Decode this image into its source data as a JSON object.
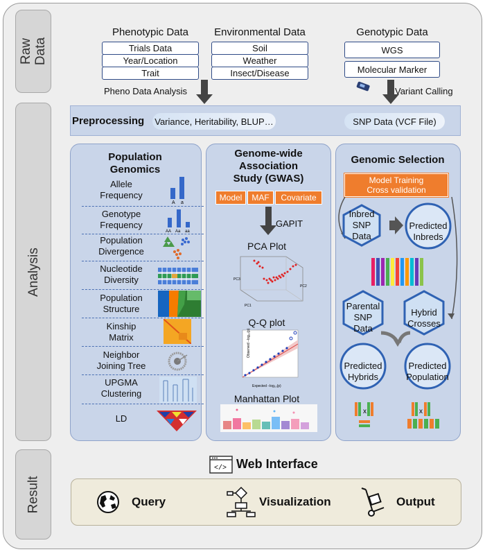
{
  "side_labels": {
    "raw_data": "Raw\nData",
    "analysis": "Analysis",
    "result": "Result"
  },
  "raw_data": {
    "phenotypic": {
      "title": "Phenotypic Data",
      "items": [
        "Trials Data",
        "Year/Location",
        "Trait"
      ]
    },
    "environmental": {
      "title": "Environmental Data",
      "items": [
        "Soil",
        "Weather",
        "Insect/Disease"
      ]
    },
    "genotypic": {
      "title": "Genotypic Data",
      "items": [
        "WGS",
        "Molecular Marker"
      ]
    },
    "pheno_analysis_label": "Pheno Data Analysis",
    "variant_calling_label": "Variant Calling"
  },
  "preprocessing": {
    "title": "Preprocessing",
    "pheno_pill": "Variance, Heritability, BLUP…",
    "geno_pill": "SNP Data (VCF File)"
  },
  "population_genomics": {
    "title": "Population\nGenomics",
    "items": [
      "Allele\nFrequency",
      "Genotype\nFrequency",
      "Population\nDivergence",
      "Nucleotide\nDiversity",
      "Population\nStructure",
      "Kinship\nMatrix",
      "Neighbor\nJoining Tree",
      "UPGMA\nClustering",
      "LD"
    ],
    "allele_ticks": [
      "A",
      "a"
    ],
    "genotype_ticks": [
      "AA",
      "Aa",
      "aa"
    ]
  },
  "gwas": {
    "title": "Genome-wide\nAssociation\nStudy (GWAS)",
    "params": [
      "Model",
      "MAF",
      "Covariate"
    ],
    "tool": "GAPIT",
    "pca_title": "PCA Plot",
    "qq_title": "Q-Q plot",
    "manhattan_title": "Manhattan Plot",
    "pca_axes": [
      "PC1",
      "PC2",
      "PC3"
    ],
    "qq_xlabel": "Expected −log₁₀(p)",
    "qq_ylabel": "Observed −log₁₀(p)"
  },
  "genomic_selection": {
    "title": "Genomic Selection",
    "model_box": "Model Training\nCross validation",
    "inbred": "Inbred\nSNP\nData",
    "predicted_inbreds": "Predicted\nInbreds",
    "parental": "Parental\nSNP\nData",
    "hybrid_crosses": "Hybrid\nCrosses",
    "predicted_hybrids": "Predicted\nHybrids",
    "predicted_population": "Predicted\nPopulation",
    "cross_symbol": "x"
  },
  "result": {
    "web_interface": "Web Interface",
    "web_icon": "</>",
    "items": [
      {
        "label": "Query",
        "icon": "globe-icon"
      },
      {
        "label": "Visualization",
        "icon": "flowchart-icon"
      },
      {
        "label": "Output",
        "icon": "hand-truck-icon"
      }
    ]
  },
  "colors": {
    "panel": "#c9d5e9",
    "panel_border": "#8ea2c9",
    "accent_orange": "#ef7d2d",
    "navy": "#2e4a86",
    "hex_blue": "#2f62b3"
  }
}
